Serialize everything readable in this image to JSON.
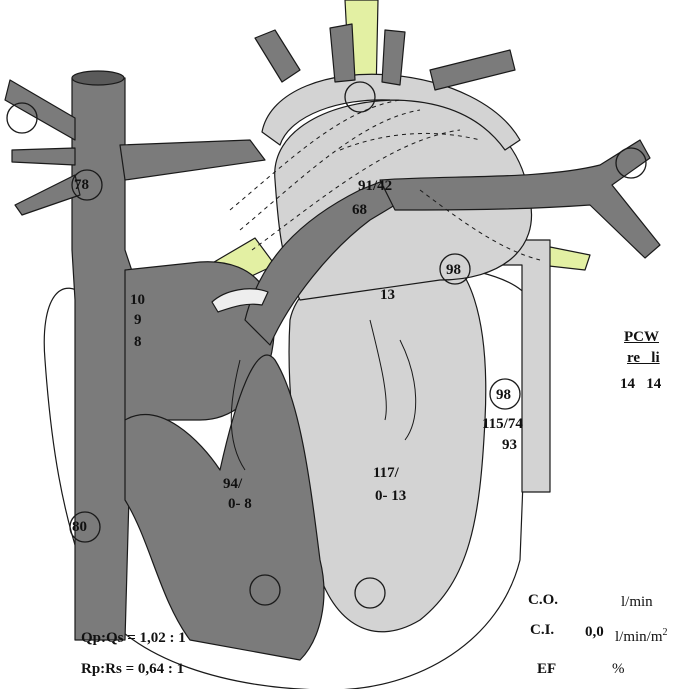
{
  "colors": {
    "dark_vessel": "#7b7b7b",
    "light_vessel": "#d3d3d3",
    "accent_yellow": "#e3f0a3",
    "outline": "#1a1a1a"
  },
  "measurements": {
    "svc_sat": "78",
    "ivc_sat": "80",
    "ra_pressure": [
      "10",
      "9",
      "8"
    ],
    "rv_pressure": [
      "94/",
      "0- 8"
    ],
    "pa_pressure": [
      "91/42",
      "68"
    ],
    "la_pressure": "13",
    "lv_pressure": [
      "117/",
      "0- 13"
    ],
    "ao_sat_upper": "98",
    "ao_sat_lower": "98",
    "ao_pressure": [
      "115/74",
      "93"
    ]
  },
  "pcw": {
    "title": "PCW",
    "sides": "re   li",
    "values": "14   14"
  },
  "ratios": {
    "qp_qs": "Qp:Qs = 1,02 : 1",
    "rp_rs": "Rp:Rs = 0,64 : 1"
  },
  "hemodynamics": {
    "co_label": "C.O.",
    "co_unit": "l/min",
    "ci_label": "C.I.",
    "ci_value": "0,0",
    "ci_unit": "l/min/m",
    "ci_unit_sup": "2",
    "ef_label": "EF",
    "ef_unit": "%"
  }
}
